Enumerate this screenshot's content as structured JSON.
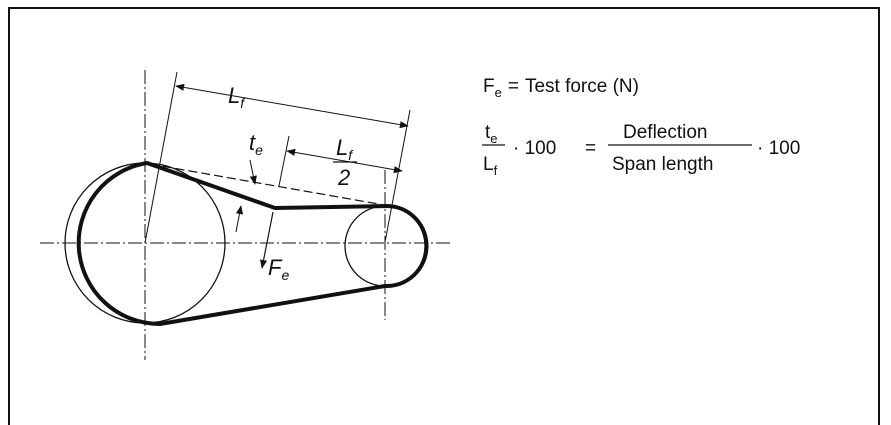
{
  "diagram": {
    "labels": {
      "span_symbol": "L",
      "span_subscript": "f",
      "deflection_symbol": "t",
      "deflection_subscript": "e",
      "half_span_numerator": "L",
      "half_span_numerator_subscript": "f",
      "half_span_denominator": "2",
      "force_symbol": "F",
      "force_subscript": "e"
    }
  },
  "legend": {
    "force_line": {
      "symbol": "F",
      "subscript": "e",
      "equals": "=",
      "text": "Test force (N)"
    },
    "formula": {
      "numerator_symbol": "t",
      "numerator_subscript": "e",
      "denominator_symbol": "L",
      "denominator_subscript": "f",
      "multiply_100": "· 100",
      "equals": "=",
      "ratio_numerator": "Deflection",
      "ratio_denominator": "Span length",
      "multiply_100_end": "· 100"
    }
  }
}
